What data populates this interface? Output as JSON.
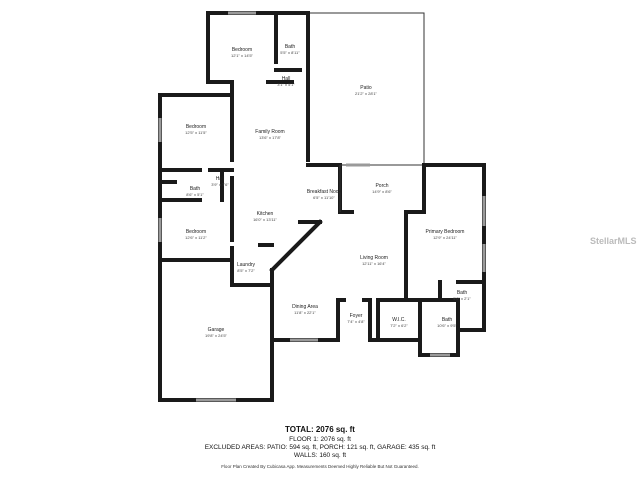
{
  "rooms": [
    {
      "id": "bedroom-top",
      "name": "Bedroom",
      "dims": "12'1\" x 14'5\""
    },
    {
      "id": "bath-top",
      "name": "Bath",
      "dims": "5'5\" x 8'11\""
    },
    {
      "id": "hall-top",
      "name": "Hall",
      "dims": "3'1\" x 5'1\""
    },
    {
      "id": "patio",
      "name": "Patio",
      "dims": "21'2\" x 28'1\""
    },
    {
      "id": "bedroom-left-upper",
      "name": "Bedroom",
      "dims": "12'5\" x 11'5\""
    },
    {
      "id": "family-room",
      "name": "Family Room",
      "dims": "13'6\" x 17'8\""
    },
    {
      "id": "hall-left",
      "name": "Hall",
      "dims": "3'9\" x 7'6\""
    },
    {
      "id": "bath-left",
      "name": "Bath",
      "dims": "8'6\" x 5'1\""
    },
    {
      "id": "breakfast-nook",
      "name": "Breakfast Nook",
      "dims": "6'5\" x 11'10\""
    },
    {
      "id": "porch",
      "name": "Porch",
      "dims": "14'9\" x 8'6\""
    },
    {
      "id": "kitchen",
      "name": "Kitchen",
      "dims": "16'0\" x 13'11\""
    },
    {
      "id": "bedroom-left-lower",
      "name": "Bedroom",
      "dims": "12'6\" x 11'2\""
    },
    {
      "id": "primary-bedroom",
      "name": "Primary Bedroom",
      "dims": "12'9\" x 24'11\""
    },
    {
      "id": "living-room",
      "name": "Living Room",
      "dims": "12'11\" x 16'4\""
    },
    {
      "id": "laundry",
      "name": "Laundry",
      "dims": "8'5\" x 7'2\""
    },
    {
      "id": "bath-small",
      "name": "Bath",
      "dims": "5'0\" x 2'1\""
    },
    {
      "id": "dining-area",
      "name": "Dining Area",
      "dims": "11'8\" x 22'1\""
    },
    {
      "id": "foyer",
      "name": "Foyer",
      "dims": "7'4\" x 4'8\""
    },
    {
      "id": "wic",
      "name": "W.I.C.",
      "dims": "7'2\" x 6'2\""
    },
    {
      "id": "bath-primary",
      "name": "Bath",
      "dims": "10'6\" x 9'5\""
    },
    {
      "id": "garage",
      "name": "Garage",
      "dims": "19'8\" x 24'5\""
    }
  ],
  "footer": {
    "total": "TOTAL: 2076 sq. ft",
    "floor": "FLOOR 1: 2076 sq. ft",
    "excluded": "EXCLUDED AREAS: PATIO: 594 sq. ft, PORCH: 121 sq. ft, GARAGE: 435 sq. ft",
    "walls": "WALLS: 160 sq. ft",
    "credit": "Floor Plan Created By Cubicasa App. Measurements Deemed Highly Reliable But Not Guaranteed."
  },
  "watermark": "StellarMLS"
}
